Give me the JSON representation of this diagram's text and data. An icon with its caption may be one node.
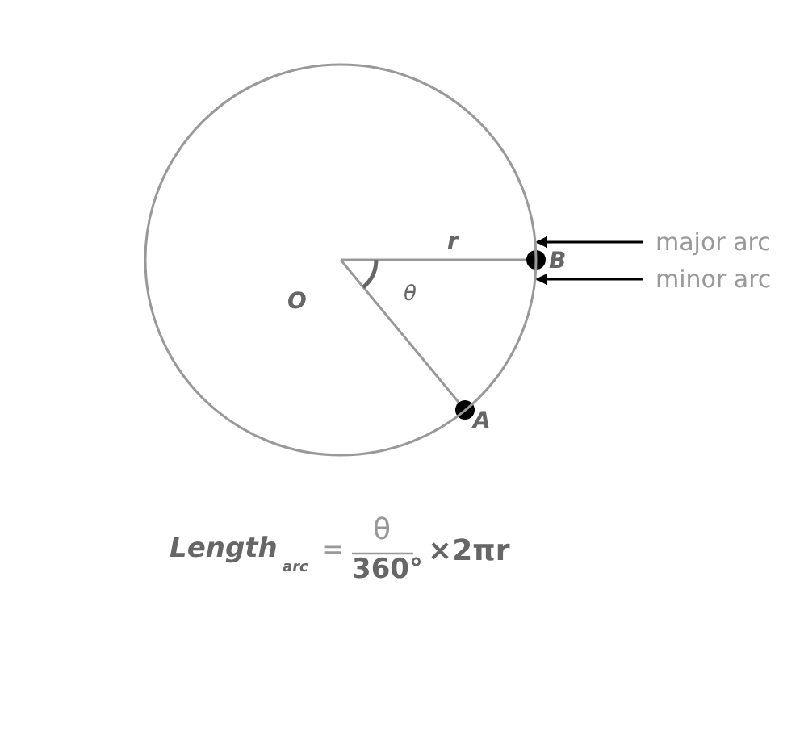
{
  "diagram": {
    "nodes": [
      {
        "text": [
          "major arc"
        ]
      },
      {
        "text": [
          "minor arc"
        ]
      },
      {
        "text": [],
        "shape": "circle"
      }
    ],
    "edges": [
      {
        "from": 0,
        "to": 2,
        "arrow": "to"
      },
      {
        "from": 1,
        "to": 2,
        "arrow": "to"
      }
    ],
    "labels": [
      "r",
      "B",
      "O",
      "θ",
      "A",
      "Length",
      "arc",
      "=",
      "θ",
      "360°",
      "×2πr"
    ]
  }
}
